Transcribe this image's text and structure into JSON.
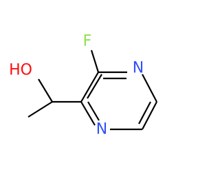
{
  "molecule": {
    "atoms": {
      "oxygen": {
        "label": "HO",
        "color": "#ff0d0d"
      },
      "fluorine": {
        "label": "F",
        "color": "#90e050"
      },
      "nitrogen_top": {
        "label": "N",
        "color": "#3050f8"
      },
      "nitrogen_bottom": {
        "label": "N",
        "color": "#3050f8"
      }
    },
    "bond_color": "#000000"
  }
}
